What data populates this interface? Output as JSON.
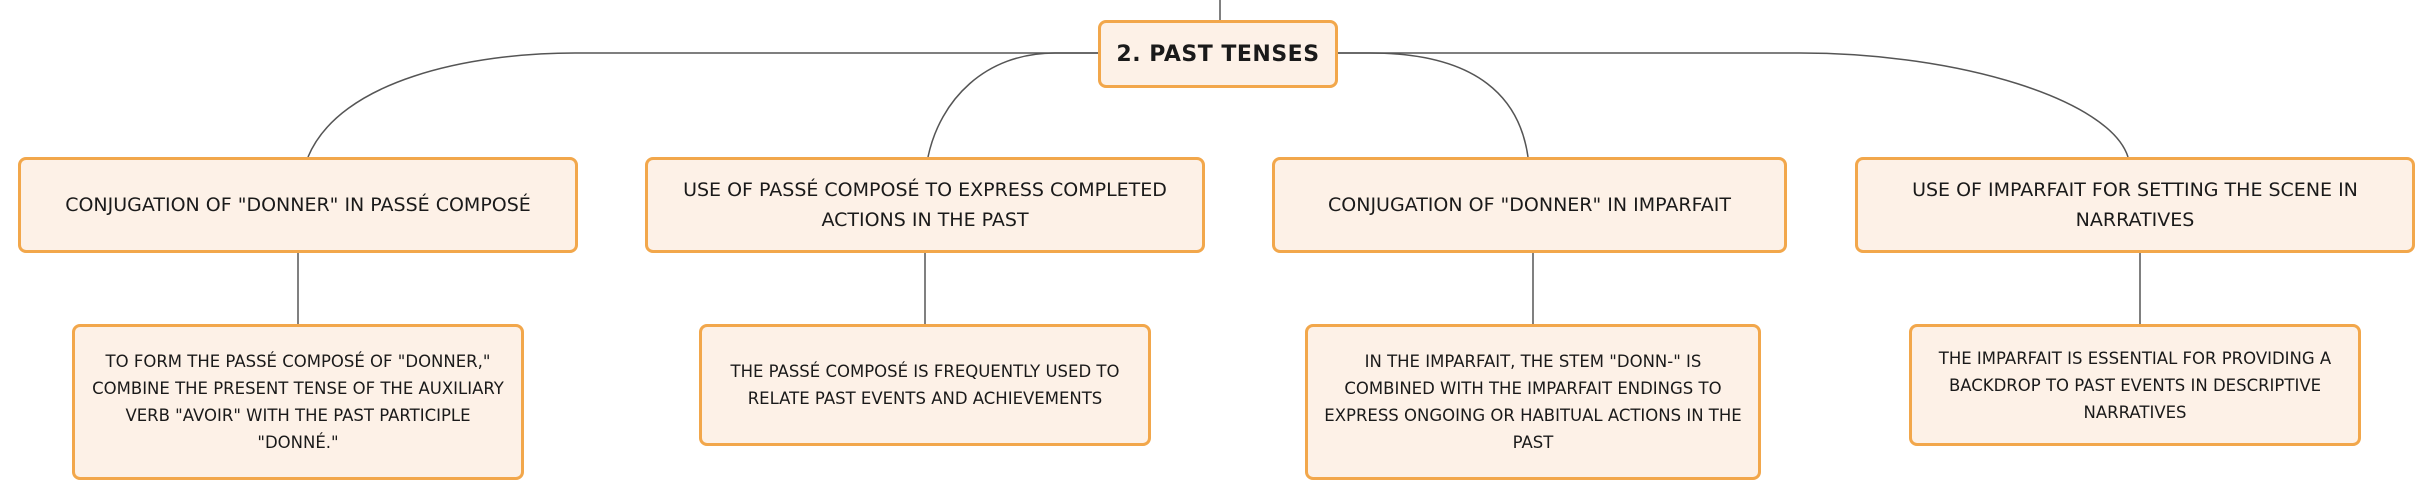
{
  "map": {
    "central_topic": "2. PAST TENSES",
    "branches": [
      {
        "topic": "CONJUGATION OF \"DONNER\" IN PASSÉ COMPOSÉ",
        "detail": "TO FORM THE PASSÉ COMPOSÉ OF \"DONNER,\" COMBINE THE PRESENT TENSE OF THE AUXILIARY VERB \"AVOIR\" WITH THE PAST PARTICIPLE \"DONNÉ.\""
      },
      {
        "topic": "USE OF PASSÉ COMPOSÉ TO EXPRESS COMPLETED ACTIONS IN THE PAST",
        "detail": "THE PASSÉ COMPOSÉ IS FREQUENTLY USED TO RELATE PAST EVENTS AND ACHIEVEMENTS"
      },
      {
        "topic": "CONJUGATION OF \"DONNER\" IN IMPARFAIT",
        "detail": "IN THE IMPARFAIT, THE STEM \"DONN-\" IS COMBINED WITH THE IMPARFAIT ENDINGS TO EXPRESS ONGOING OR HABITUAL ACTIONS IN THE PAST"
      },
      {
        "topic": "USE OF IMPARFAIT FOR SETTING THE SCENE IN NARRATIVES",
        "detail": "THE IMPARFAIT IS ESSENTIAL FOR PROVIDING A BACKDROP TO PAST EVENTS IN DESCRIPTIVE NARRATIVES"
      }
    ]
  },
  "colors": {
    "node_fill": "#fdf1e7",
    "node_border": "#f2a74b",
    "connector": "#555555"
  }
}
